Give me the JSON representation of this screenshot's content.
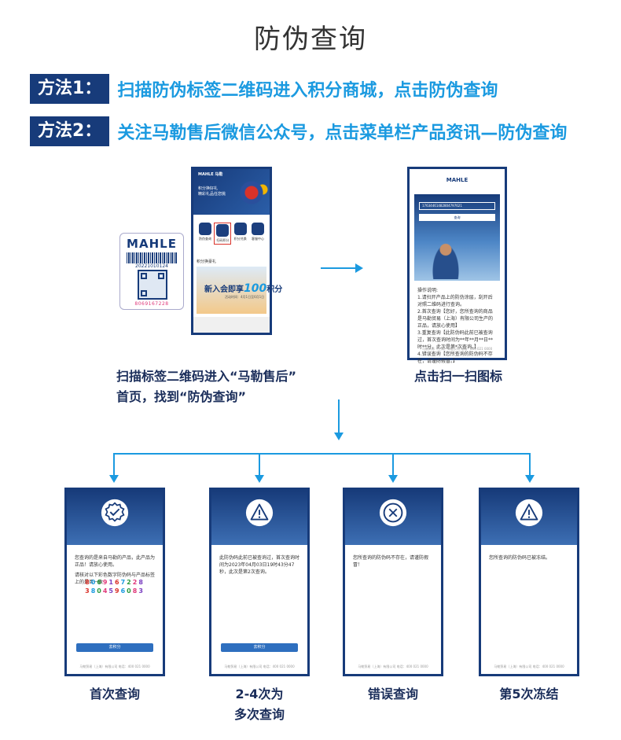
{
  "title": "防伪查询",
  "methods": [
    {
      "tag": "方法1：",
      "text": "扫描防伪标签二维码进入积分商城，点击防伪查询"
    },
    {
      "tag": "方法2：",
      "text": "关注马勒售后微信公众号，点击菜单栏产品资讯—防伪查询"
    }
  ],
  "label": {
    "brand": "MAHLE",
    "number": "20221010124",
    "code": "8069167228"
  },
  "phone1": {
    "logo": "MAHLE 马勒",
    "promo_line1": "积分换好礼",
    "promo_line2": "精彩礼品任您挑",
    "icons": [
      "防伪查询",
      "扫码积分",
      "积分兑换",
      "客服中心"
    ],
    "section": "积分换豪礼",
    "banner_prefix": "新入会即享",
    "banner_number": "100",
    "banner_suffix": "积分",
    "banner_sub": "活动时间：4月1日至6月1日"
  },
  "phone2": {
    "logo": "MAHLE",
    "field_value": "17634461482804797621",
    "button": "查询",
    "text_lines": [
      "操作说明:",
      "1.请扫开产品上的防伪涂层，刮开后对照二维码进行查询。",
      "2.首次查询【您好，您所查询的商品是马勒贸易（上海）有限公司生产的正品，请放心使用】",
      "3.重复查询【此防伪码此前已被查询过，首次查询时间为**年**月**日**时**分，此次是第*次查询。】",
      "4.错误查询【您所查询的防伪码不存在，请谨防假冒。】"
    ],
    "footer": "马勒贸易（上海）有限公司 电话：400 021 0000"
  },
  "captions": {
    "step1": [
      "扫描标签二维码进入“马勒售后”",
      "首页，找到“防伪查询”"
    ],
    "step2": "点击扫一扫图标"
  },
  "results": [
    {
      "icon": "check-badge-icon",
      "message": "您查询的是来自马勒的产品，此产品为正品！请放心使用。",
      "message2": "请核对以下彩色数字防伪码与产品标签上的是否一致",
      "digits1": "8069167228",
      "digits2": "3804596083",
      "button": "去积分",
      "footer": "马勒贸易（上海）有限公司 电话：400 021 0000",
      "caption": [
        "首次查询"
      ]
    },
    {
      "icon": "warning-triangle-icon",
      "message": "此防伪码此前已被查询过，首次查询时间为2023年04月03日19时43分47秒，此次是第2次查询。",
      "button": "去积分",
      "footer": "马勒贸易（上海）有限公司 电话：400 021 0000",
      "caption": [
        "2-4次为",
        "多次查询"
      ]
    },
    {
      "icon": "error-circle-icon",
      "message": "您所查询的防伪码不存在，请谨防假冒！",
      "footer": "马勒贸易（上海）有限公司 电话：400 021 0000",
      "caption": [
        "错误查询"
      ]
    },
    {
      "icon": "warning-triangle-icon",
      "message": "您所查询的防伪码已被冻结。",
      "footer": "马勒贸易（上海）有限公司 电话：400 021 0000",
      "caption": [
        "第5次冻结"
      ]
    }
  ],
  "colors": {
    "navy": "#173b7a",
    "accent_blue": "#1b9ae0",
    "digits": [
      "#d9322a",
      "#1b9ae0",
      "#2a9a3e",
      "#e0397a",
      "#7a3fc0"
    ]
  }
}
